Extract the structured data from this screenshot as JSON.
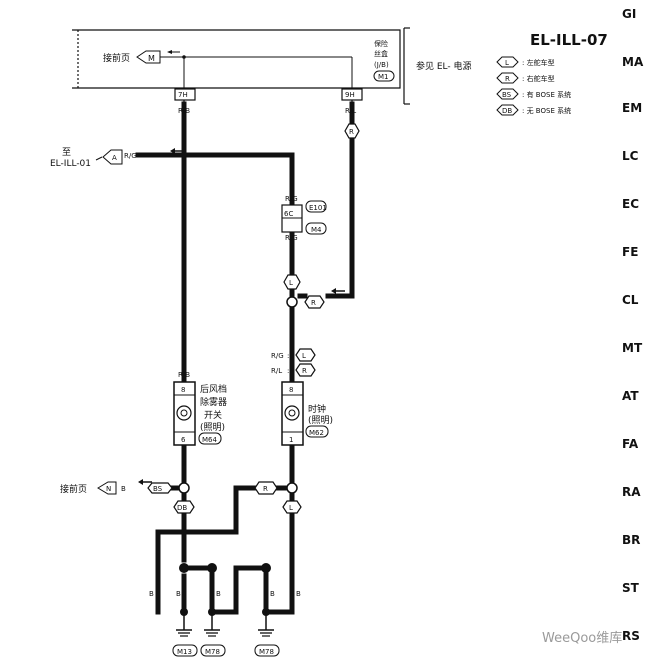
{
  "header": {
    "title": "EL-ILL-07"
  },
  "fuse_box": {
    "prev_page_label": "接前页",
    "prev_page_badge": "M",
    "fuse_label_1": "保险",
    "fuse_label_2": "丝盒",
    "fuse_label_3": "(J/B)",
    "fuse_connector": "M1",
    "power_ref": "参见 EL- 电源",
    "terminal_left": "7H",
    "terminal_right": "9H"
  },
  "legend": [
    {
      "badge": "L",
      "text": ": 左舵车型"
    },
    {
      "badge": "R",
      "text": ": 右舵车型"
    },
    {
      "badge": "BS",
      "text": ": 有 BOSE 系统"
    },
    {
      "badge": "DB",
      "text": ": 无 BOSE 系统"
    }
  ],
  "wires": {
    "r_b": "R/B",
    "r_l": "R/L",
    "r_g": "R/G",
    "b": "B"
  },
  "connectors": {
    "to_ref_prefix": "至",
    "to_ref": "EL-ILL-01",
    "a_badge": "A",
    "junction_6c": "6C",
    "e101": "E101",
    "m4": "M4",
    "l_badge": "L",
    "r_badge": "R",
    "n_badge": "N",
    "bs_badge": "BS",
    "db_badge": "DB",
    "colon": ":"
  },
  "rear_switch": {
    "line1": "后风档",
    "line2": "除雾器",
    "line3": "开关",
    "line4": "(照明)",
    "connector": "M64",
    "pin_top": "8",
    "pin_bottom": "6"
  },
  "clock": {
    "line1": "时钟",
    "line2": "(照明)",
    "connector": "M62",
    "pin_top": "8",
    "pin_bottom": "1"
  },
  "next_page_label": "接前页",
  "grounds": [
    "M13",
    "M78",
    "M78"
  ],
  "side_index": [
    "GI",
    "MA",
    "EM",
    "LC",
    "EC",
    "FE",
    "CL",
    "MT",
    "AT",
    "FA",
    "RA",
    "BR",
    "ST",
    "RS"
  ],
  "watermark": "WeeQoo维库"
}
